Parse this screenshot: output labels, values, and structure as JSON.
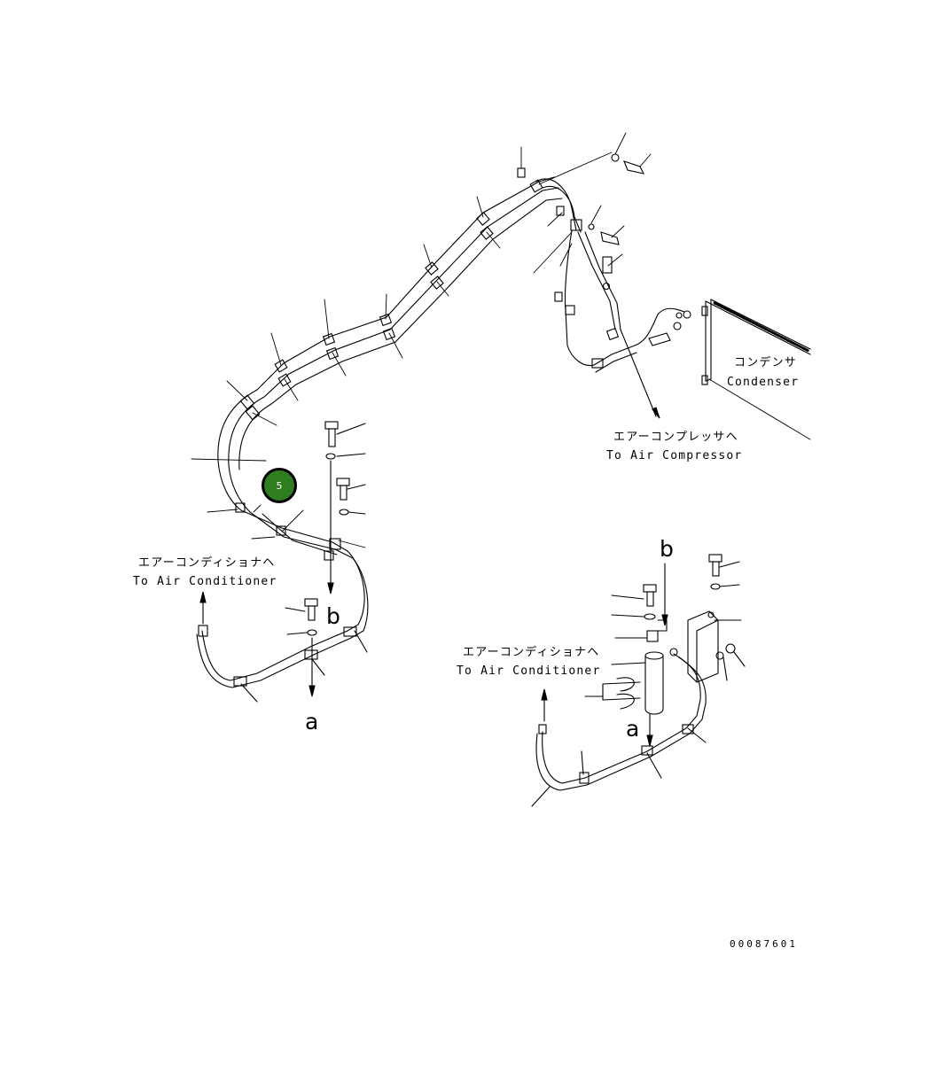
{
  "labels": {
    "condenser_jp": "コンデンサ",
    "condenser_en": "Condenser",
    "compressor_jp": "エアーコンプレッサヘ",
    "compressor_en": "To Air Compressor",
    "aircon_left_jp": "エアーコンディショナヘ",
    "aircon_left_en": "To Air Conditioner",
    "aircon_right_jp": "エアーコンディショナヘ",
    "aircon_right_en": "To Air Conditioner"
  },
  "letters": {
    "b_main": "b",
    "a_main": "a",
    "b_detail": "b",
    "a_detail": "a"
  },
  "callouts": [
    {
      "number": "5",
      "color": "#2e7d1f"
    }
  ],
  "drawing_number": "00087601"
}
